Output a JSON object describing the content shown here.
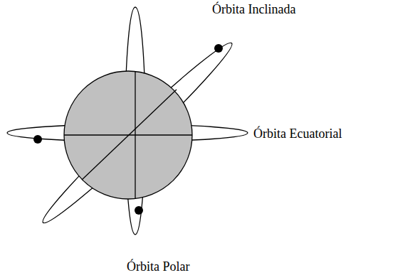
{
  "diagram": {
    "labels": [
      "Órbita Inclinada",
      "Órbita Ecuatorial",
      "Órbita Polar"
    ]
  }
}
